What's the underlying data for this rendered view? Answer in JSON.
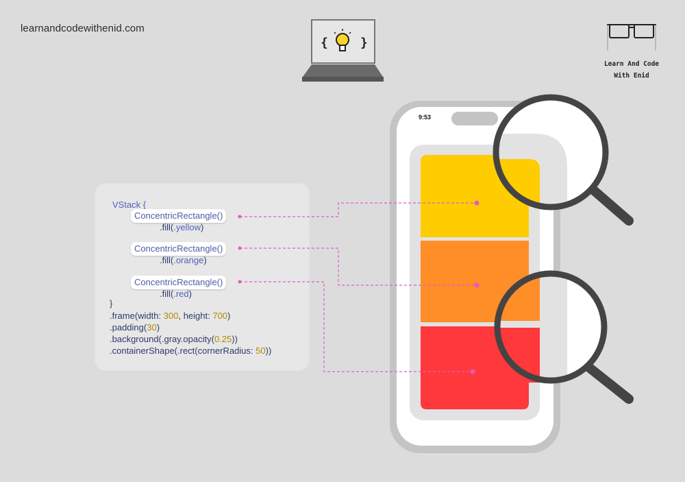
{
  "header": {
    "site_url": "learnandcodewithenid.com",
    "brand_line1": "Learn And Code",
    "brand_line2": "With Enid",
    "laptop_braces_left": "{",
    "laptop_braces_right": "}"
  },
  "code": {
    "vstack_open": "VStack {",
    "items": [
      {
        "call": "ConcentricRectangle()",
        "fill_prefix": ".fill(",
        "fill_value": ".yellow",
        "fill_suffix": ")"
      },
      {
        "call": "ConcentricRectangle()",
        "fill_prefix": ".fill(",
        "fill_value": ".orange",
        "fill_suffix": ")"
      },
      {
        "call": "ConcentricRectangle()",
        "fill_prefix": ".fill(",
        "fill_value": ".red",
        "fill_suffix": ")"
      }
    ],
    "vstack_close": "}",
    "frame": {
      "prefix": ".frame(",
      "w_label": "width: ",
      "w_value": "300",
      "sep": ", ",
      "h_label": "height: ",
      "h_value": "700",
      "suffix": ")"
    },
    "padding": {
      "prefix": ".padding(",
      "value": "30",
      "suffix": ")"
    },
    "background": {
      "prefix": ".background(.gray.opacity(",
      "value": "0.25",
      "suffix": "))"
    },
    "container": {
      "prefix": ".containerShape(.rect(cornerRadius: ",
      "value": "50",
      "suffix": "))"
    }
  },
  "phone": {
    "time": "9:53",
    "rect_colors": {
      "yellow": "#ffcc00",
      "orange": "#ff8d28",
      "red": "#ff383c"
    }
  },
  "colors": {
    "connector": "#e35ac8",
    "background": "#dcdcdc"
  }
}
